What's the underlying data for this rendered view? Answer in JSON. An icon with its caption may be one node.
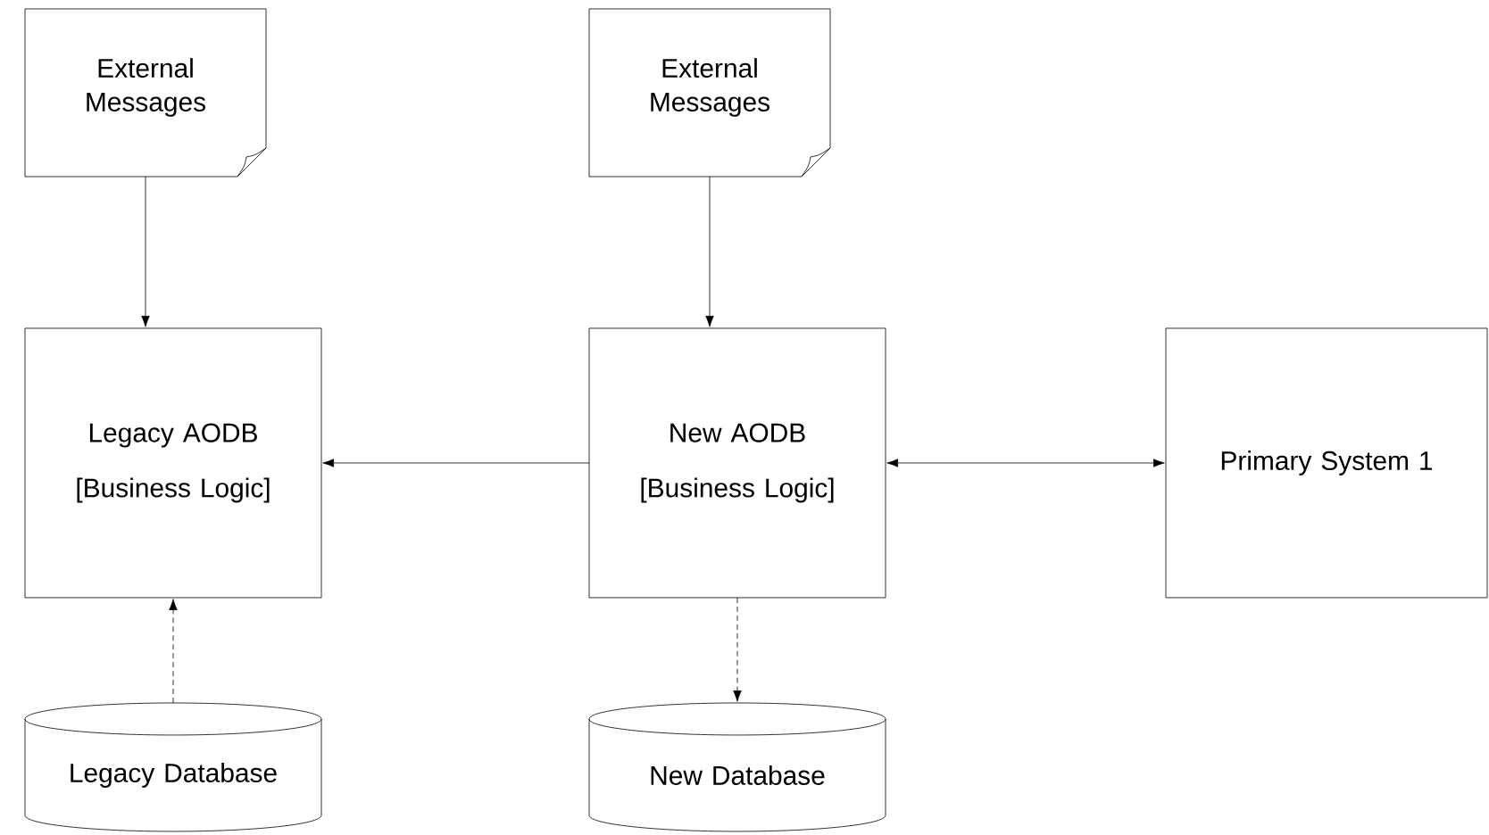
{
  "diagram": {
    "nodes": [
      {
        "text": [
          "External Messages"
        ]
      },
      {
        "text": [
          "External Messages"
        ]
      },
      {
        "text": [
          "Legacy AODB",
          "[Business Logic]"
        ]
      },
      {
        "text": [
          "New AODB",
          "[Business Logic]"
        ]
      },
      {
        "text": [
          "Primary System 1"
        ]
      },
      {
        "text": [
          "Legacy Database"
        ]
      },
      {
        "text": [
          "New Database"
        ]
      }
    ],
    "edges": [
      {
        "from": 0,
        "to": 2,
        "arrow": "to"
      },
      {
        "from": 1,
        "to": 3,
        "arrow": "to"
      },
      {
        "from": 3,
        "to": 2,
        "arrow": "to"
      },
      {
        "from": 3,
        "to": 4,
        "arrow": "both"
      },
      {
        "from": 5,
        "to": 2,
        "arrow": "to",
        "style": "dashed"
      },
      {
        "from": 3,
        "to": 6,
        "arrow": "to",
        "style": "dashed"
      }
    ]
  }
}
